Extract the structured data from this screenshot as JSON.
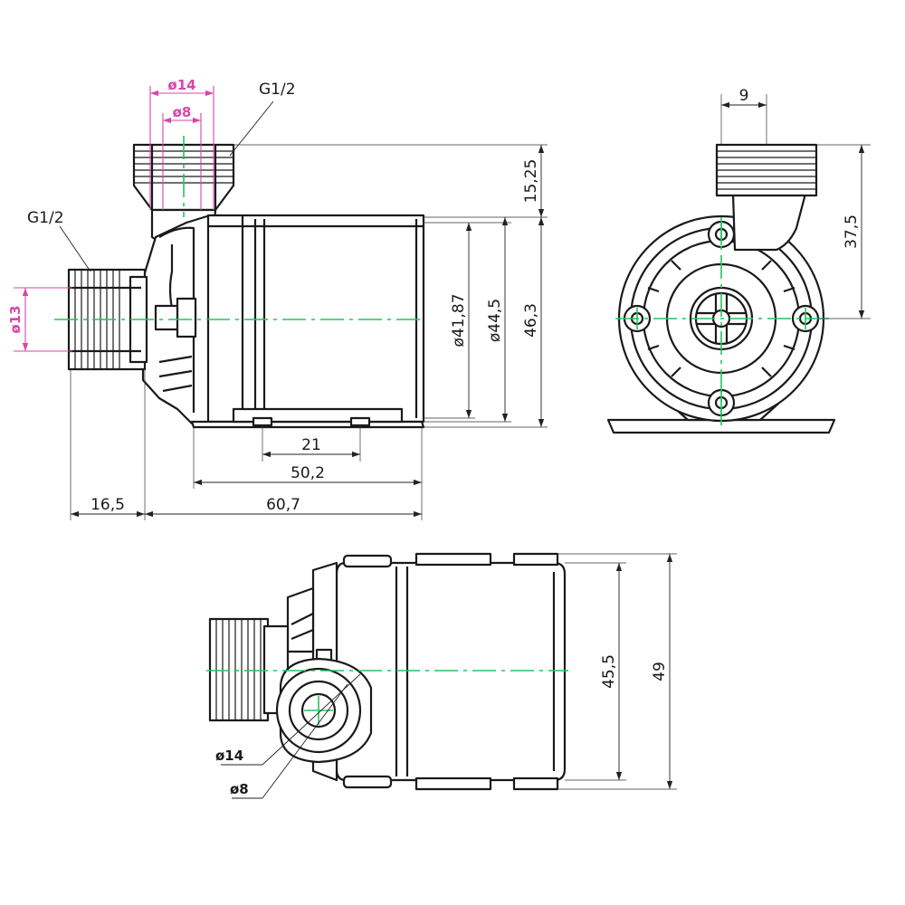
{
  "side_view": {
    "thread_top": "G1/2",
    "thread_left": "G1/2",
    "outlet_outer_dia": "ø14",
    "outlet_inner_dia": "ø8",
    "inlet_dia": "ø13",
    "outlet_height": "15,25",
    "body_dia_inner": "ø41,87",
    "body_dia_outer": "ø44,5",
    "overall_height": "46,3",
    "foot_hole_spacing": "21",
    "foot_length": "50,2",
    "inlet_length": "16,5",
    "body_length": "60,7"
  },
  "front_view": {
    "outlet_offset": "9",
    "outlet_center_height": "37,5"
  },
  "top_view": {
    "body_width": "45,5",
    "overall_width": "49",
    "outlet_outer_dia": "ø14",
    "outlet_inner_dia": "ø8"
  },
  "colors": {
    "outline": "#1a1a1a",
    "centerline": "#22c55e",
    "highlight_dimension": "#d946a8"
  }
}
